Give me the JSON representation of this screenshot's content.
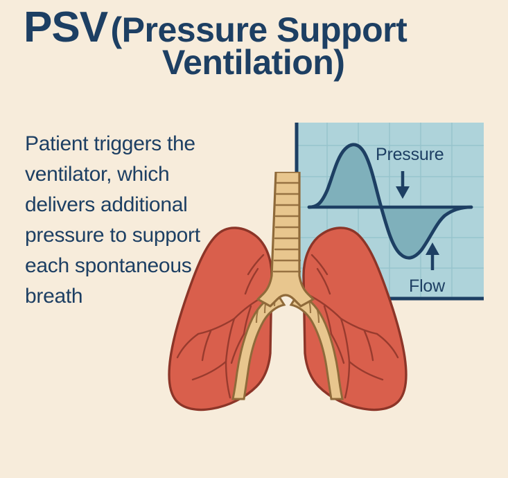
{
  "page": {
    "background_color": "#f7ecdb",
    "ink_color": "#1d3f63"
  },
  "title": {
    "acronym": "PSV",
    "expansion_line_1": "(Pressure Support",
    "expansion_line_2": "Ventilation)"
  },
  "description": {
    "text": "Patient triggers the ventilator, which delivers additional pressure to support each spontaneous breath"
  },
  "illustration": {
    "lungs_label": "lungs-illustration",
    "lung_fill_color": "#d95f4c",
    "lung_outline_color": "#8c3528",
    "airway_fill_color": "#e8c68e",
    "airway_outline_color": "#8f6a3a"
  },
  "chart_data": {
    "type": "line",
    "title": "",
    "xlabel": "",
    "ylabel": "",
    "panel_color": "#aed3da",
    "grid": true,
    "grid_color": "#94c2cb",
    "curve_color": "#1d3f63",
    "fill_color": "#7fb0bb",
    "baseline_value": 0,
    "xlim": [
      0,
      10
    ],
    "ylim": [
      -1.05,
      1.05
    ],
    "annotations": [
      {
        "label": "Pressure",
        "arrow": "down",
        "x": 5.0,
        "y": 0.62
      },
      {
        "label": "Flow",
        "arrow": "up",
        "x": 8.0,
        "y": -0.72
      }
    ],
    "series": [
      {
        "name": "Pressure / Flow waveform",
        "x": [
          0.0,
          0.3,
          0.6,
          0.9,
          1.2,
          1.5,
          1.8,
          2.1,
          2.4,
          2.7,
          3.0,
          3.3,
          3.6,
          3.9,
          4.2,
          4.5,
          4.8,
          5.1,
          5.4,
          5.7,
          6.0,
          6.3,
          6.6,
          6.9,
          7.2,
          7.5,
          7.8,
          8.1,
          8.4,
          8.7,
          9.0,
          9.4,
          10.0
        ],
        "y": [
          0.0,
          0.02,
          0.08,
          0.26,
          0.55,
          0.82,
          0.96,
          1.0,
          0.95,
          0.8,
          0.56,
          0.3,
          0.05,
          -0.2,
          -0.44,
          -0.64,
          -0.79,
          -0.89,
          -0.94,
          -0.95,
          -0.92,
          -0.85,
          -0.74,
          -0.6,
          -0.45,
          -0.31,
          -0.2,
          -0.12,
          -0.07,
          -0.04,
          -0.02,
          -0.01,
          0.0
        ]
      }
    ]
  }
}
